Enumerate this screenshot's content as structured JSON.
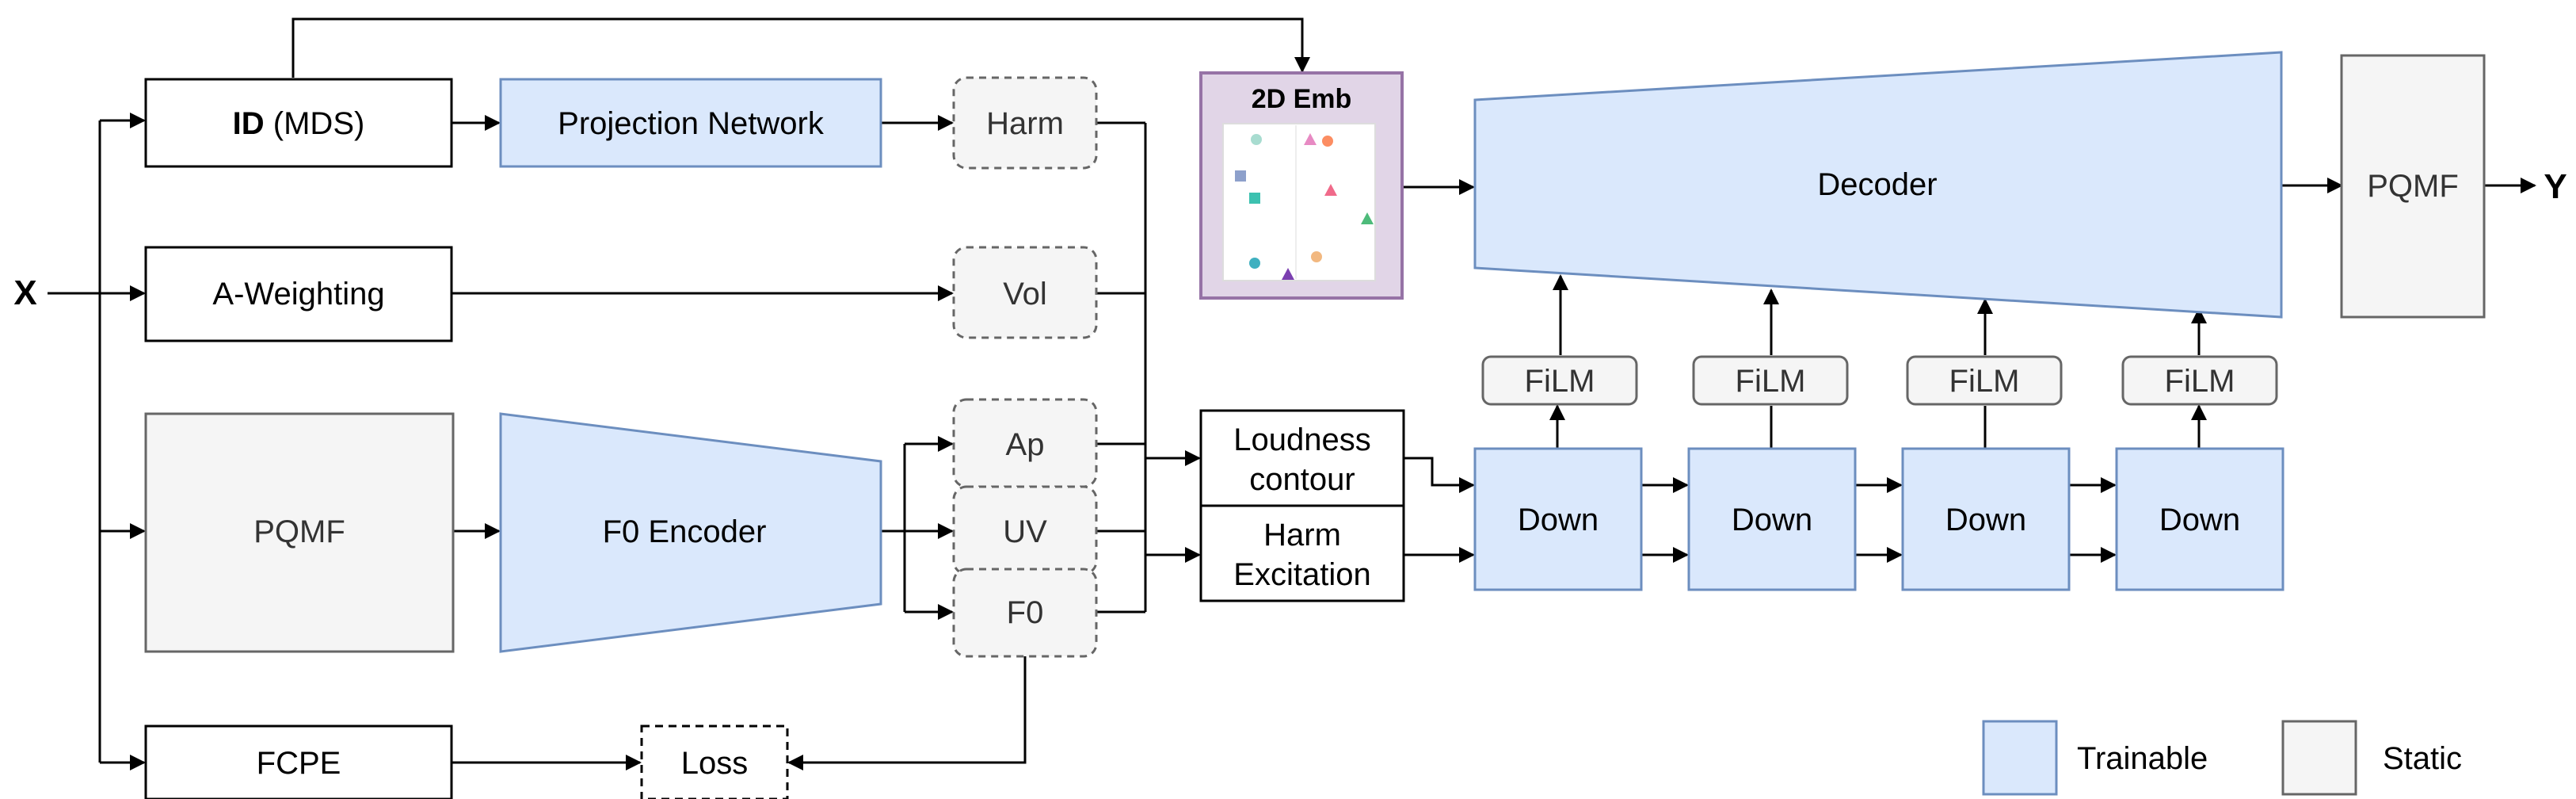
{
  "colors": {
    "trainable": "#dae8fc",
    "trainable_stroke": "#6c8ebf",
    "static": "#f5f5f5",
    "static_stroke": "#666666",
    "emb_fill": "#e1d5e7",
    "emb_stroke": "#9673a6",
    "line": "#000000"
  },
  "io": {
    "input": "X",
    "output": "Y"
  },
  "blocks": {
    "id_bold": "ID",
    "id_rest": " (MDS)",
    "projection": "Projection Network",
    "a_weighting": "A-Weighting",
    "pqmf_in": "PQMF",
    "f0_encoder": "F0 Encoder",
    "fcpe": "FCPE",
    "loss": "Loss",
    "harm": "Harm",
    "vol": "Vol",
    "ap": "Ap",
    "uv": "UV",
    "f0": "F0",
    "emb_title": "2D Emb",
    "loudness_1": "Loudness",
    "loudness_2": "contour",
    "harm_exc_1": "Harm",
    "harm_exc_2": "Excitation",
    "down": "Down",
    "film": "FiLM",
    "decoder": "Decoder",
    "pqmf_out": "PQMF"
  },
  "legend": {
    "trainable": "Trainable",
    "static": "Static"
  },
  "embedding_markers": [
    {
      "shape": "circle",
      "color": "#a8dcd0"
    },
    {
      "shape": "triangle",
      "color": "#e78ac3"
    },
    {
      "shape": "circle",
      "color": "#fc8d62"
    },
    {
      "shape": "square",
      "color": "#8da0cb"
    },
    {
      "shape": "triangle",
      "color": "#f06a8a"
    },
    {
      "shape": "square",
      "color": "#3cc1b0"
    },
    {
      "shape": "triangle",
      "color": "#4dbb7a"
    },
    {
      "shape": "circle",
      "color": "#3fb0c0"
    },
    {
      "shape": "circle",
      "color": "#f2b880"
    },
    {
      "shape": "triangle",
      "color": "#7b3fb0"
    }
  ]
}
